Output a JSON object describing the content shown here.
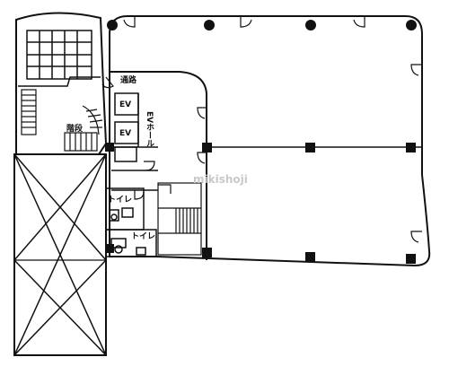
{
  "plan": {
    "labels": {
      "corridor": "通路",
      "ev1": "EV",
      "ev2": "EV",
      "ev_hall": "EVホール",
      "stairs": "階段",
      "toilet1": "トイレ",
      "toilet2": "トイレ"
    },
    "watermark": "mikishoji"
  }
}
